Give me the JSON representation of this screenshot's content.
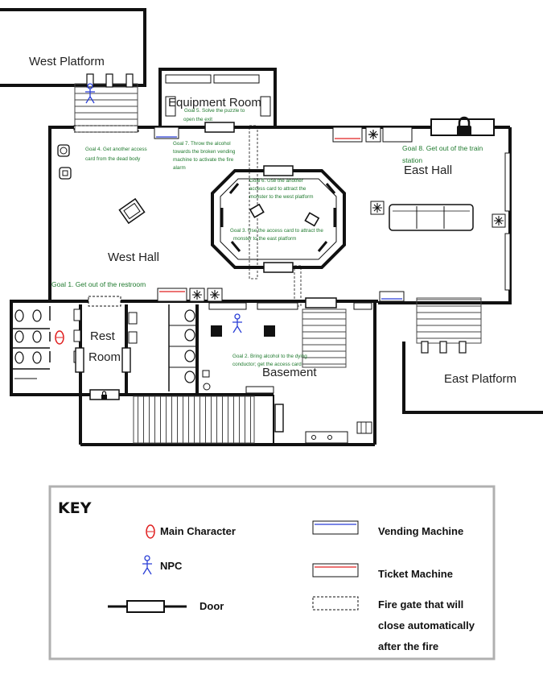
{
  "rooms": {
    "west_platform": "West Platform",
    "equipment_room": "Equipment Room",
    "east_hall": "East Hall",
    "west_hall": "West Hall",
    "rest_room_line1": "Rest",
    "rest_room_line2": "Room",
    "basement": "Basement",
    "east_platform": "East Platform"
  },
  "goals": {
    "goal1": "Goal 1. Get out of the restroom",
    "goal2_line1": "Goal 2. Bring alcohol to the dying",
    "goal2_line2": "conductor; get the access card",
    "goal3_line1": "Goal 3. Use the access card to attract the",
    "goal3_line2": "monster to the east platform",
    "goal4_line1": "Goal 4. Get another access",
    "goal4_line2": "card from the dead body",
    "goal5_line1": "Goal 5. Solve the puzzle to",
    "goal5_line2": "open the exit",
    "goal6_line1": "Goal 6. Use the another",
    "goal6_line2": "access card to attract the",
    "goal6_line3": "monster to the west platform",
    "goal7_line1": "Goal 7. Throw the alcohol",
    "goal7_line2": "towards the broken vending",
    "goal7_line3": "machine to activate the fire",
    "goal7_line4": "alarm",
    "goal8_line1": "Goal 8. Get out of the train",
    "goal8_line2": "station"
  },
  "key": {
    "title": "KEY",
    "main_character": "Main Character",
    "npc": "NPC",
    "door": "Door",
    "vending_machine": "Vending Machine",
    "ticket_machine": "Ticket Machine",
    "fire_gate_line1": "Fire gate that will",
    "fire_gate_line2": "close automatically",
    "fire_gate_line3": "after the fire"
  },
  "colors": {
    "wall": "#111111",
    "goal_text": "#1f7a2e",
    "main_character": "#e02020",
    "npc": "#2a3fd6",
    "vending_stripe": "#2a3fd6",
    "ticket_stripe": "#e02020",
    "key_border": "#b0b0b0"
  }
}
